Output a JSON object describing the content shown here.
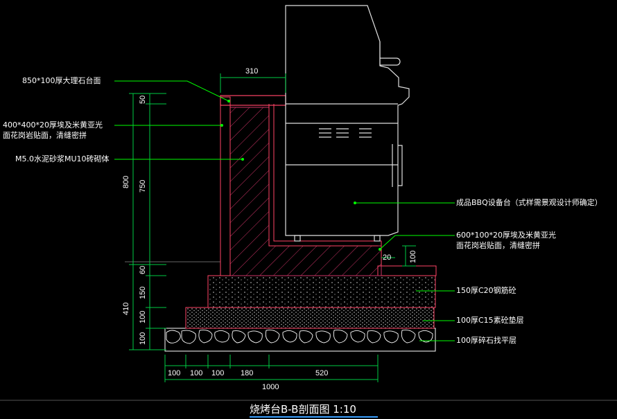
{
  "drawing": {
    "title": "烧烤台B-B剖面图 1:10",
    "colors": {
      "background": "#000000",
      "outline": "#ffffff",
      "leader": "#00ff00",
      "hatch_brick": "#cc3366",
      "stone": "#ff4466",
      "dimension": "#00cc44",
      "appliance": "#e0e0e0"
    }
  },
  "callouts": {
    "marble_top": "850*100厚大理石台面",
    "granite_wall_1": "400*400*20厚埃及米黄亚光",
    "granite_wall_2": "面花岗岩贴面，清缝密拼",
    "brick": "M5.0水泥砂浆MU10砖砌体",
    "bbq": "成品BBQ设备台（式样需景观设计师确定）",
    "granite_floor_1": "600*100*20厚埃及米黄亚光",
    "granite_floor_2": "面花岗岩贴面，清缝密拼",
    "concrete_c20": "150厚C20钢筋砼",
    "concrete_c15": "100厚C15素砼垫层",
    "gravel": "100厚碎石找平层"
  },
  "dimensions": {
    "top_width": "310",
    "step_height": "100",
    "step_gap": "20",
    "left_total": "800",
    "left_seg_50": "50",
    "left_seg_750": "750",
    "base_total": "410",
    "base_60": "60",
    "base_150": "150",
    "base_100a": "100",
    "base_100b": "100",
    "bottom_100a": "100",
    "bottom_100b": "100",
    "bottom_100c": "100",
    "bottom_180": "180",
    "bottom_520": "520",
    "bottom_total": "1000"
  }
}
